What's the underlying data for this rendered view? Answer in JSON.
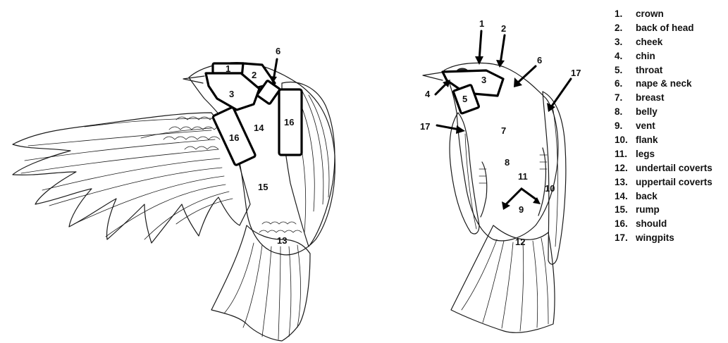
{
  "diagram": {
    "legend": [
      {
        "num": "1.",
        "label": "crown"
      },
      {
        "num": "2.",
        "label": "back of head"
      },
      {
        "num": "3.",
        "label": "cheek"
      },
      {
        "num": "4.",
        "label": "chin"
      },
      {
        "num": "5.",
        "label": "throat"
      },
      {
        "num": "6.",
        "label": "nape & neck"
      },
      {
        "num": "7.",
        "label": "breast"
      },
      {
        "num": "8.",
        "label": "belly"
      },
      {
        "num": "9.",
        "label": "vent"
      },
      {
        "num": "10.",
        "label": "flank"
      },
      {
        "num": "11.",
        "label": "legs"
      },
      {
        "num": "12.",
        "label": "undertail coverts"
      },
      {
        "num": "13.",
        "label": "uppertail coverts"
      },
      {
        "num": "14.",
        "label": "back"
      },
      {
        "num": "15.",
        "label": "rump"
      },
      {
        "num": "16.",
        "label": "should"
      },
      {
        "num": "17.",
        "label": "wingpits"
      }
    ],
    "dorsal_labels": {
      "crown": "1",
      "back_of_head": "2",
      "cheek": "3",
      "nape": "6",
      "back": "14",
      "shoulder_left": "16",
      "shoulder_right": "16",
      "rump": "15",
      "uppertail": "13"
    },
    "ventral_labels": {
      "crown": "1",
      "back_of_head": "2",
      "cheek": "3",
      "chin": "4",
      "throat": "5",
      "nape": "6",
      "breast": "7",
      "belly": "8",
      "vent": "9",
      "flank": "10",
      "legs": "11",
      "undertail": "12",
      "wingpit_left": "17",
      "wingpit_right": "17"
    }
  }
}
